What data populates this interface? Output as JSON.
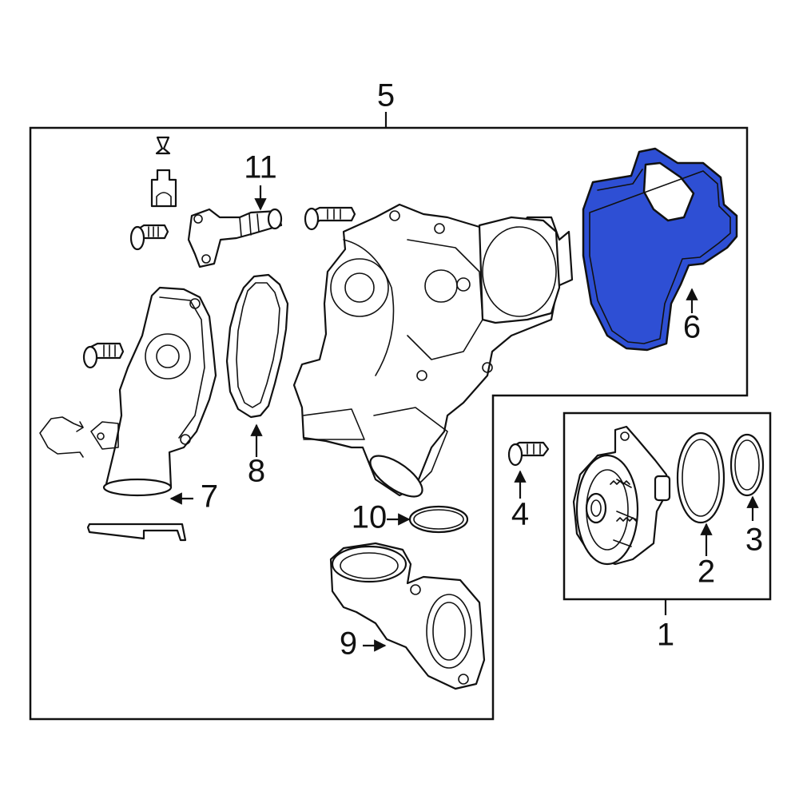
{
  "diagram": {
    "highlight_color": "#2E4FD4",
    "line_color": "#111111",
    "background": "#FFFFFF",
    "highlighted_part": "6",
    "callouts": {
      "c1": "1",
      "c2": "2",
      "c3": "3",
      "c4": "4",
      "c5": "5",
      "c6": "6",
      "c7": "7",
      "c8": "8",
      "c9": "9",
      "c10": "10",
      "c11": "11"
    }
  }
}
